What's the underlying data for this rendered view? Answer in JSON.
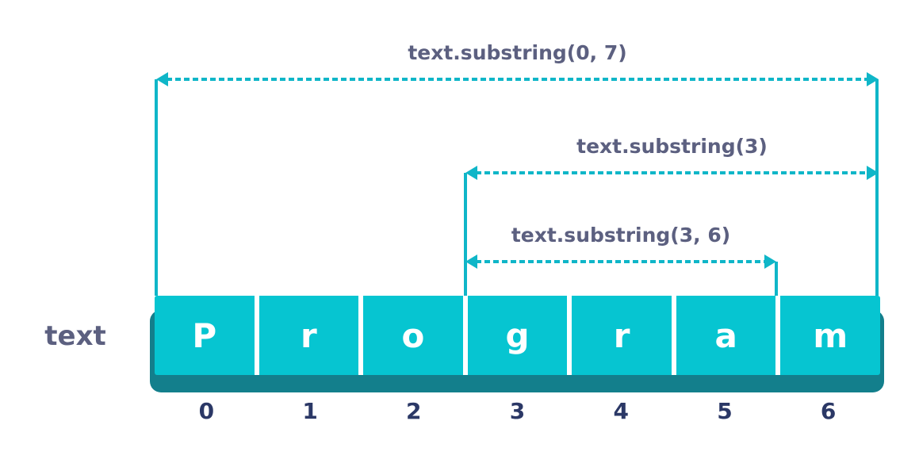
{
  "diagram": {
    "variable_label": "text",
    "annotations": [
      {
        "label": "text.substring(0, 7)"
      },
      {
        "label": "text.substring(3)"
      },
      {
        "label": "text.substring(3, 6)"
      }
    ],
    "cells": [
      {
        "char": "P",
        "index": "0"
      },
      {
        "char": "r",
        "index": "1"
      },
      {
        "char": "o",
        "index": "2"
      },
      {
        "char": "g",
        "index": "3"
      },
      {
        "char": "r",
        "index": "4"
      },
      {
        "char": "a",
        "index": "5"
      },
      {
        "char": "m",
        "index": "6"
      }
    ],
    "colors": {
      "arrowTeal": "#0fb6c8",
      "cellTeal": "#06c5d1",
      "cellShadow": "#137f8c",
      "cellText": "#ffffff",
      "labelPurple": "#5c6080",
      "indexNavy": "#2b3866",
      "background": "#ffffff"
    }
  }
}
